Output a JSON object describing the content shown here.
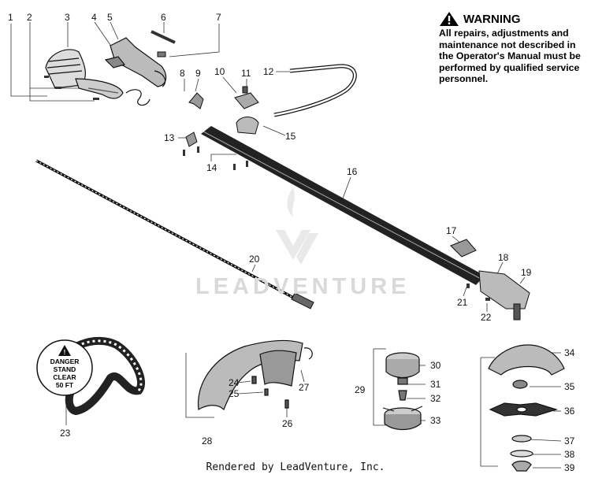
{
  "warning": {
    "title": "WARNING",
    "body": "All repairs, adjustments and maintenance not described in the Operator's Manual must be performed by qualified service personnel."
  },
  "watermark": "LEADVENTURE",
  "footer": "Rendered by LeadVenture, Inc.",
  "sign": {
    "line1": "DANGER",
    "line2": "STAND",
    "line3": "CLEAR",
    "line4": "50 FT"
  },
  "callouts": {
    "c1": "1",
    "c2": "2",
    "c3": "3",
    "c4": "4",
    "c5": "5",
    "c6": "6",
    "c7": "7",
    "c8": "8",
    "c9": "9",
    "c10": "10",
    "c11": "11",
    "c12": "12",
    "c13": "13",
    "c14": "14",
    "c15": "15",
    "c16": "16",
    "c17": "17",
    "c18": "18",
    "c19": "19",
    "c20": "20",
    "c21": "21",
    "c22": "22",
    "c23": "23",
    "c24": "24",
    "c25": "25",
    "c26": "26",
    "c27": "27",
    "c28": "28",
    "c29": "29",
    "c30": "30",
    "c31": "31",
    "c32": "32",
    "c33": "33",
    "c34": "34",
    "c35": "35",
    "c36": "36",
    "c37": "37",
    "c38": "38",
    "c39": "39"
  }
}
